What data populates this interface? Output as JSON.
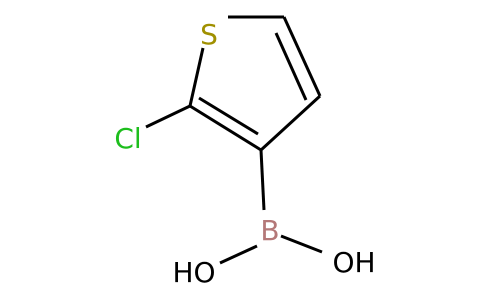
{
  "molecule": {
    "atoms": {
      "s": "S",
      "cl": "Cl",
      "b": "B",
      "oh_left": "HO",
      "oh_right": "OH"
    },
    "colors": {
      "bond": "#000000",
      "sulfur": "#A09000",
      "chlorine": "#1DBE1D",
      "boron": "#B47878",
      "oxygen": "#000000"
    }
  }
}
